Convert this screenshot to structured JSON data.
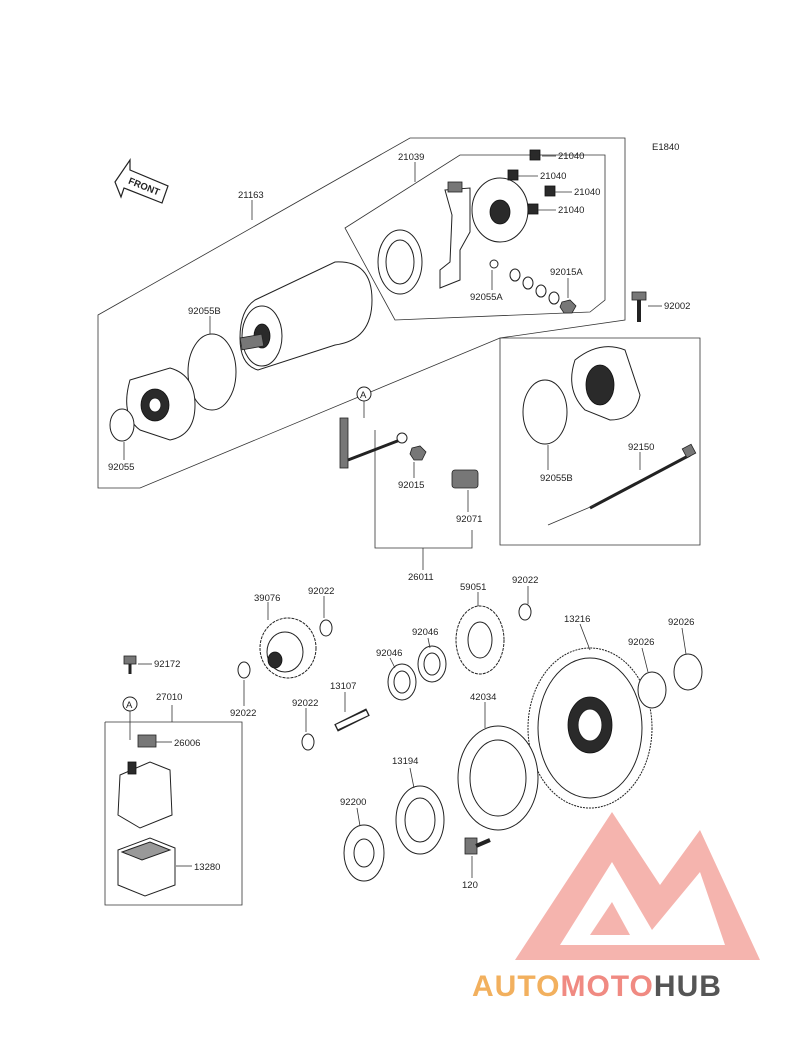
{
  "diagram_code": "E1840",
  "front_label": "FRONT",
  "callout_ref": "A",
  "part_numbers": {
    "p21163": "21163",
    "p21039": "21039",
    "p21040a": "21040",
    "p21040b": "21040",
    "p21040c": "21040",
    "p21040d": "21040",
    "p92015a": "92015A",
    "p92055a": "92055A",
    "p92002": "92002",
    "p92055b_left": "92055B",
    "p92055": "92055",
    "p92055b_right": "92055B",
    "p92150": "92150",
    "p92015": "92015",
    "p92071": "92071",
    "p26011": "26011",
    "p39076": "39076",
    "p92022a": "92022",
    "p92022b": "92022",
    "p92022c": "92022",
    "p92022d": "92022",
    "p59051": "59051",
    "p13216": "13216",
    "p92026a": "92026",
    "p92026b": "92026",
    "p92046a": "92046",
    "p92046b": "92046",
    "p13107": "13107",
    "p42034": "42034",
    "p92172": "92172",
    "p27010": "27010",
    "p26006": "26006",
    "p13280": "13280",
    "p13194": "13194",
    "p92200": "92200",
    "p120": "120"
  },
  "watermark": {
    "part1": "AUTO",
    "part2": "MOTO",
    "part3": "HUB",
    "color1": "#f2b05e",
    "color2": "#f08a82",
    "color3": "#555555"
  }
}
